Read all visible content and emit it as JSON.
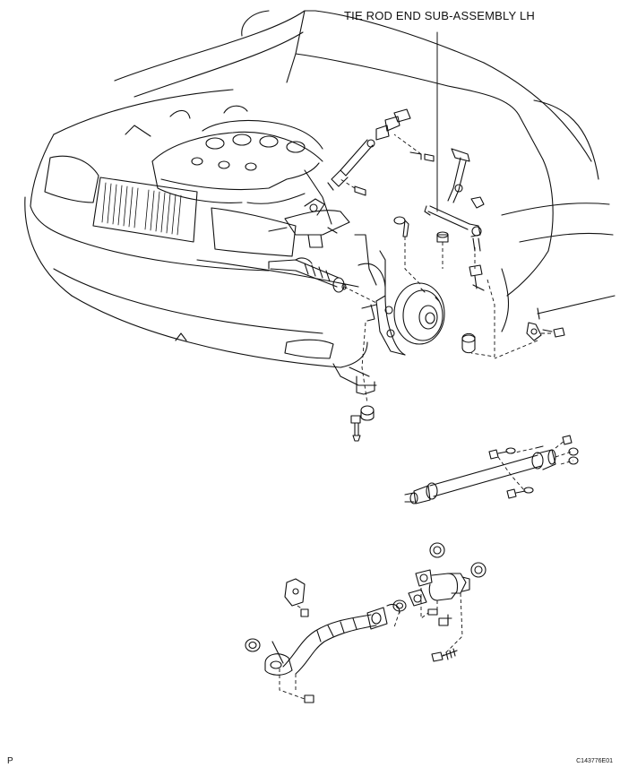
{
  "callout": {
    "label": "TIE ROD END SUB-ASSEMBLY LH"
  },
  "footer": {
    "left_mark": "P",
    "figure_code": "C143776E01"
  },
  "colors": {
    "ink": "#111111",
    "background": "#ffffff"
  }
}
